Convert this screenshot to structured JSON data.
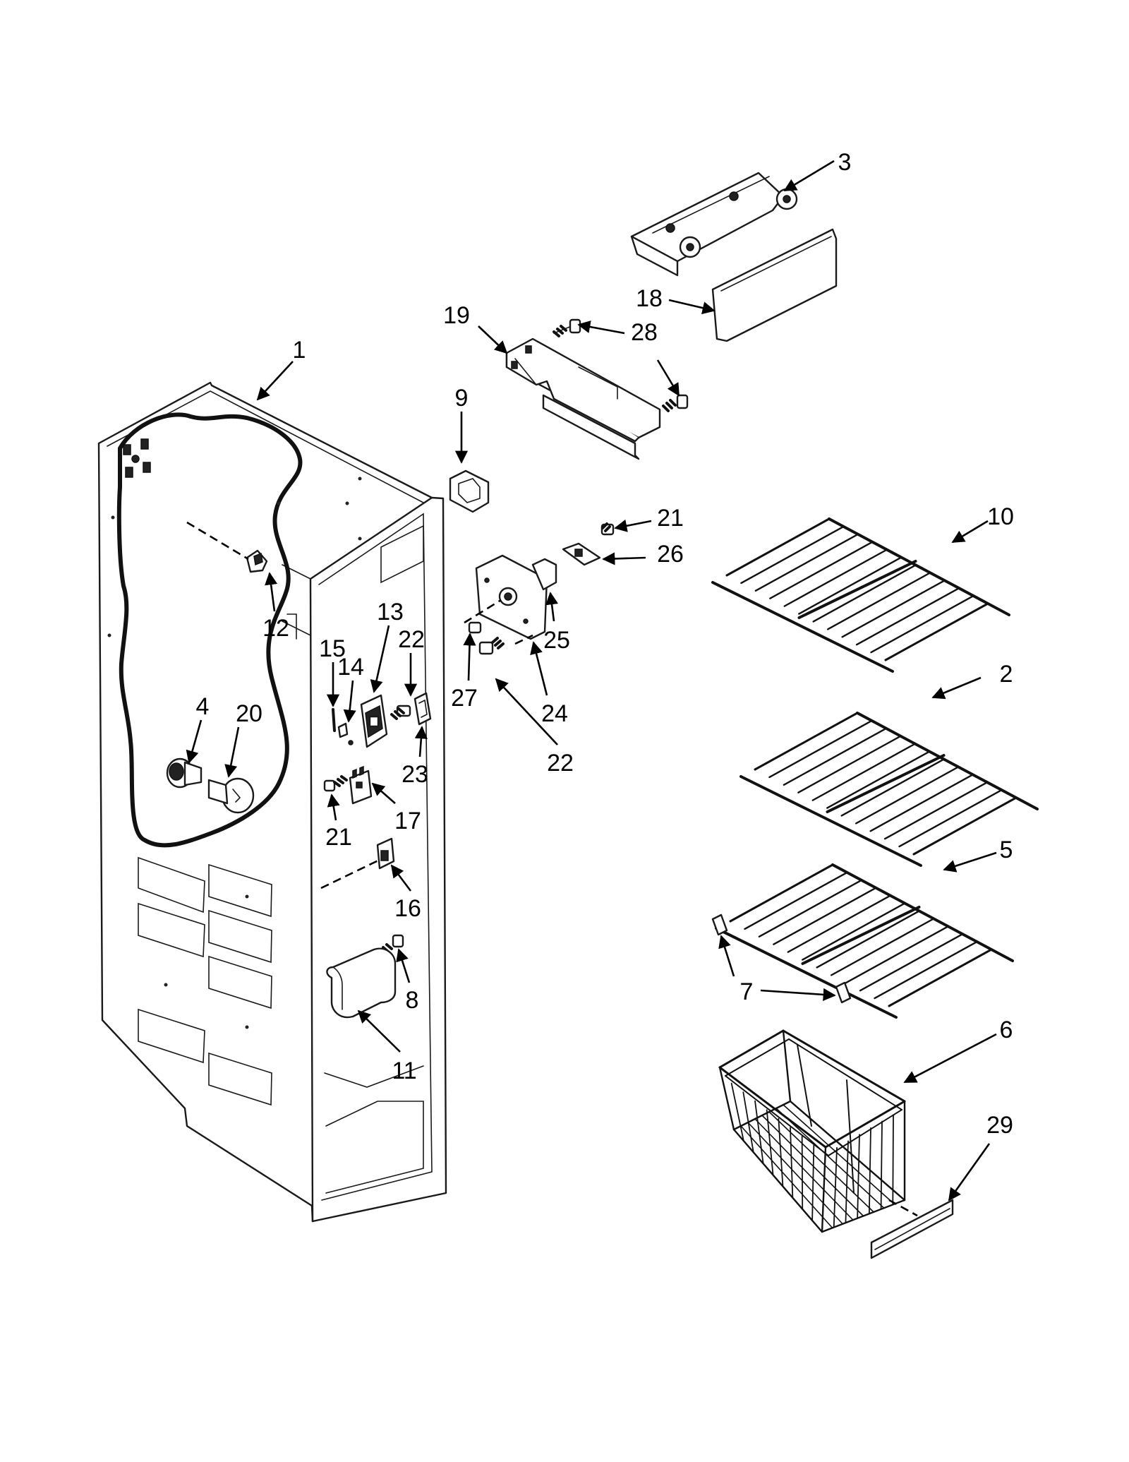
{
  "diagram": {
    "callouts": {
      "c1": "1",
      "c2": "2",
      "c3": "3",
      "c4": "4",
      "c5": "5",
      "c6": "6",
      "c7": "7",
      "c8": "8",
      "c9": "9",
      "c10": "10",
      "c11": "11",
      "c12": "12",
      "c13": "13",
      "c14": "14",
      "c15": "15",
      "c16": "16",
      "c17": "17",
      "c18": "18",
      "c19": "19",
      "c20": "20",
      "c21a": "21",
      "c21b": "21",
      "c22a": "22",
      "c22b": "22",
      "c23": "23",
      "c24": "24",
      "c25": "25",
      "c26": "26",
      "c27": "27",
      "c28": "28",
      "c29": "29"
    }
  }
}
